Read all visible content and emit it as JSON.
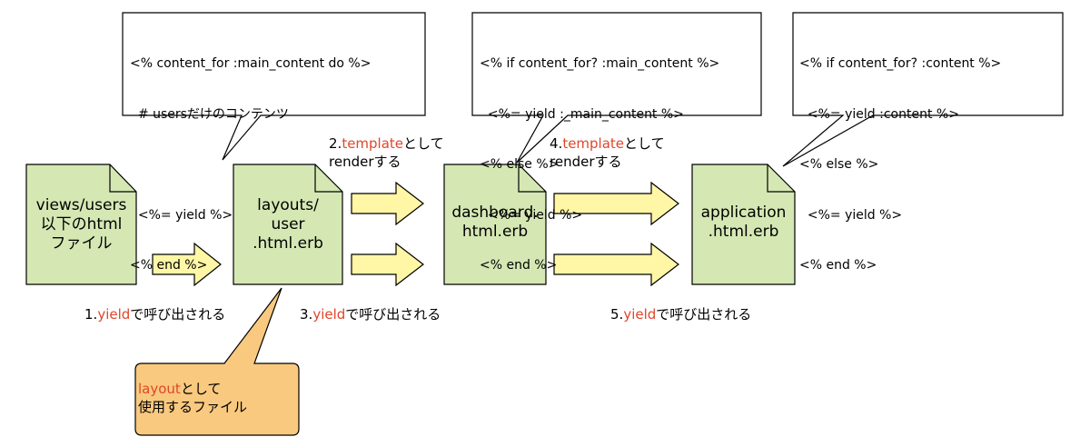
{
  "documents": {
    "views_users": [
      "views/users",
      "以下のhtml",
      "ファイル"
    ],
    "layouts_user": [
      "layouts/",
      "user",
      ".html.erb"
    ],
    "dashboard": [
      "dashboard.",
      "html.erb"
    ],
    "application": [
      "application",
      ".html.erb"
    ]
  },
  "callouts": {
    "layouts_user_code": [
      "<% content_for :main_content do %>",
      "  # usersだけのコンテンツ",
      "",
      "  <%= yield %>",
      "<% end %>"
    ],
    "dashboard_code": [
      "<% if content_for? :main_content %>",
      "  <%= yield :_main_content %>",
      "<% else %>",
      "  <%= yield %>",
      "<% end %>"
    ],
    "application_code": [
      "<% if content_for? :content %>",
      "  <%= yield :content %>",
      "<% else %>",
      "  <%= yield %>",
      "<% end %>"
    ]
  },
  "steps": {
    "s1": {
      "prefix": "1.",
      "keyword": "yield",
      "suffix": "で呼び出される"
    },
    "s2": {
      "prefix": "2.",
      "keyword": "template",
      "suffix": "として",
      "line2": "renderする"
    },
    "s3": {
      "prefix": "3.",
      "keyword": "yield",
      "suffix": "で呼び出される"
    },
    "s4": {
      "prefix": "4.",
      "keyword": "template",
      "suffix": "として",
      "line2": "renderする"
    },
    "s5": {
      "prefix": "5.",
      "keyword": "yield",
      "suffix": "で呼び出される"
    }
  },
  "note": {
    "keyword": "layout",
    "suffix": "として",
    "line2": "使用するファイル"
  },
  "colors": {
    "doc_fill": "#d5e8b4",
    "arrow_fill": "#fff6a6",
    "note_fill": "#f9c97f",
    "highlight": "#e0462a"
  }
}
